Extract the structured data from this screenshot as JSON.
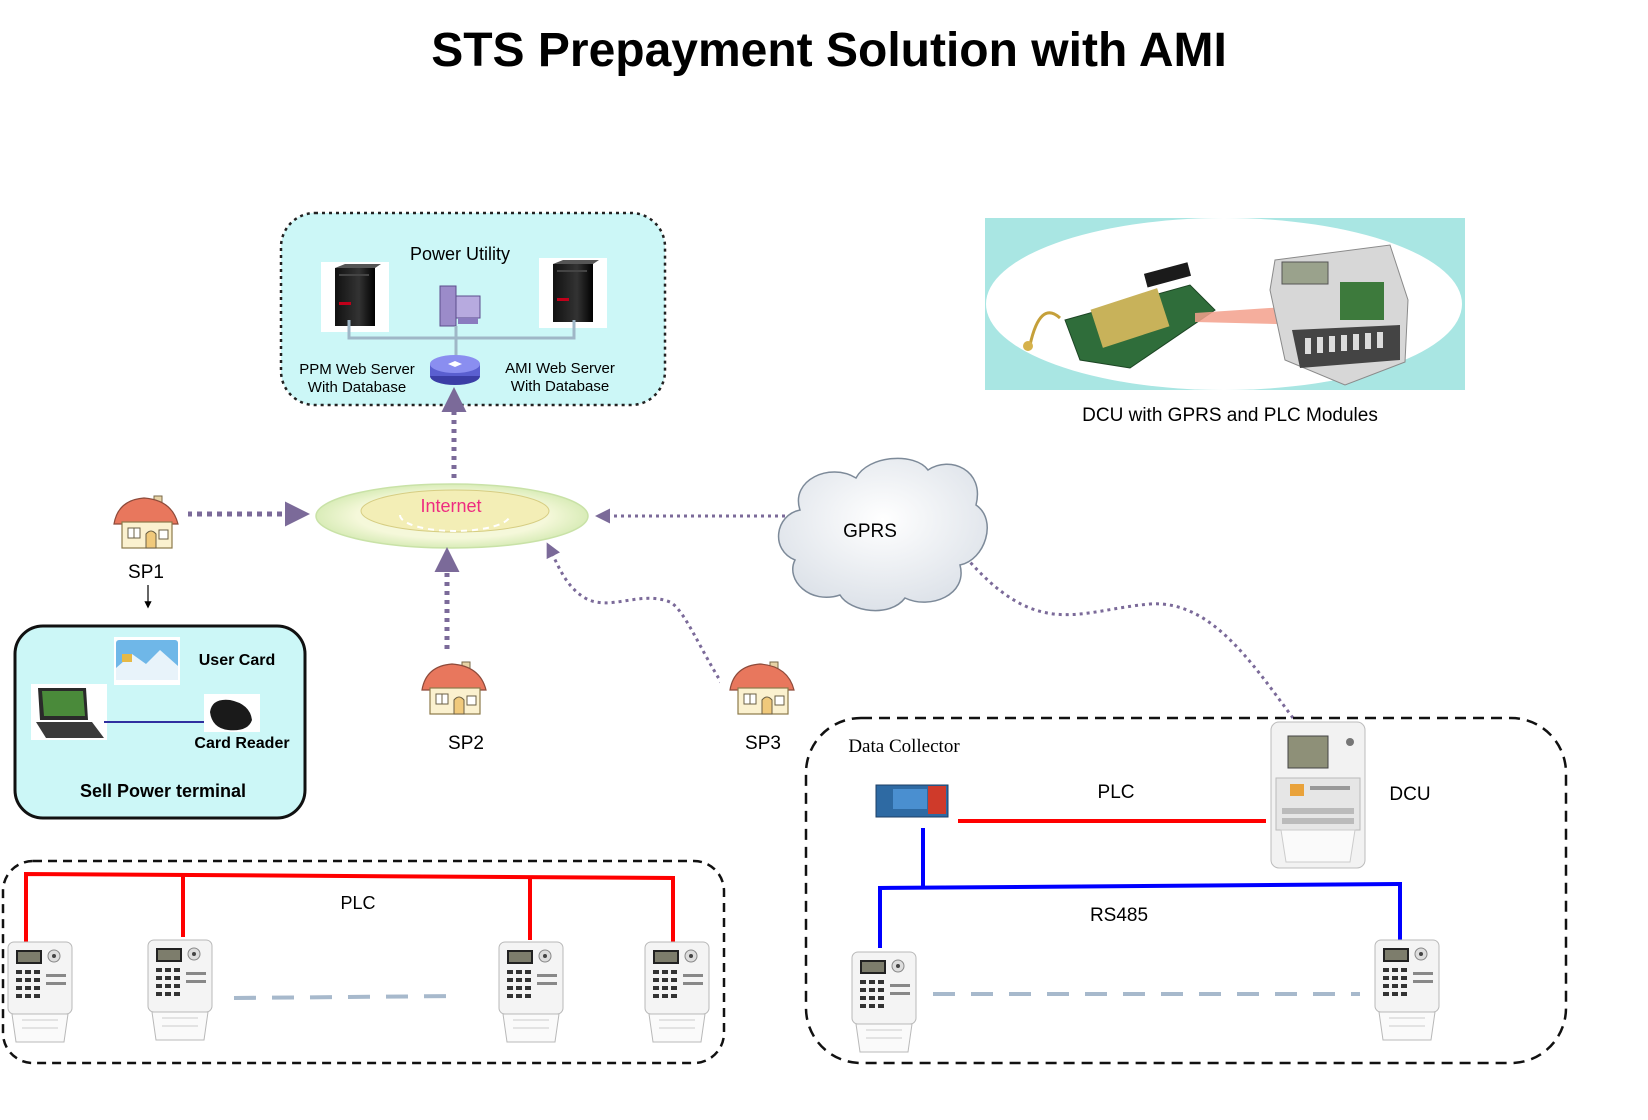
{
  "title": "STS Prepayment Solution with AMI",
  "power_utility": {
    "heading": "Power Utility",
    "ppm_server_line1": "PPM Web Server",
    "ppm_server_line2": "With Database",
    "ami_server_line1": "AMI Web Server",
    "ami_server_line2": "With Database"
  },
  "network": {
    "internet_label": "Internet",
    "gprs_label": "GPRS"
  },
  "sales_points": {
    "sp1": "SP1",
    "sp2": "SP2",
    "sp3": "SP3"
  },
  "sell_power_terminal": {
    "user_card_label": "User Card",
    "card_reader_label": "Card Reader",
    "terminal_label": "Sell Power terminal"
  },
  "dcu_module": {
    "caption": "DCU with GPRS and PLC Modules"
  },
  "plc_meter_group": {
    "plc_label": "PLC"
  },
  "ami_group": {
    "data_collector_label": "Data Collector",
    "plc_label": "PLC",
    "dcu_label": "DCU",
    "rs485_label": "RS485"
  },
  "colors": {
    "plc_line": "#ff0000",
    "rs485_line": "#0000ff",
    "dotted_arrow": "#7b6a99",
    "panel_fill": "#ccf7f7",
    "internet_text": "#ee2b80"
  }
}
